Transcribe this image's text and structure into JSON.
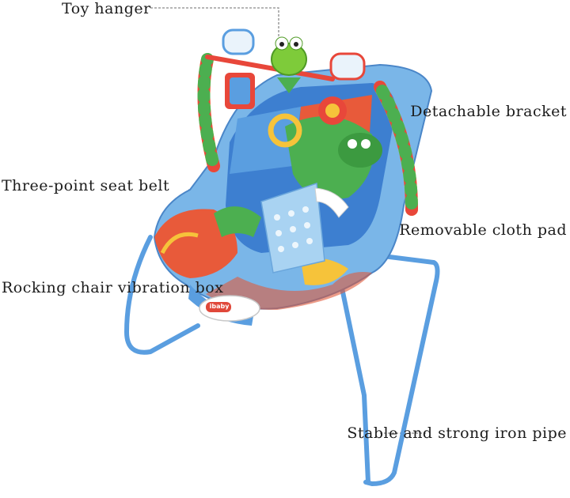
{
  "labels": {
    "toy_hanger": "Toy hanger",
    "detachable_bracket": "Detachable bracket",
    "seat_belt": "Three-point seat belt",
    "cloth_pad": "Removable cloth pad",
    "vibration_box": "Rocking chair vibration box",
    "iron_pipe": "Stable and strong iron pipe"
  },
  "brand": "ibaby",
  "colors": {
    "frame": "#5a9ee0",
    "seat_blue": "#7ab6e8",
    "leader": "#8a8a8a"
  }
}
